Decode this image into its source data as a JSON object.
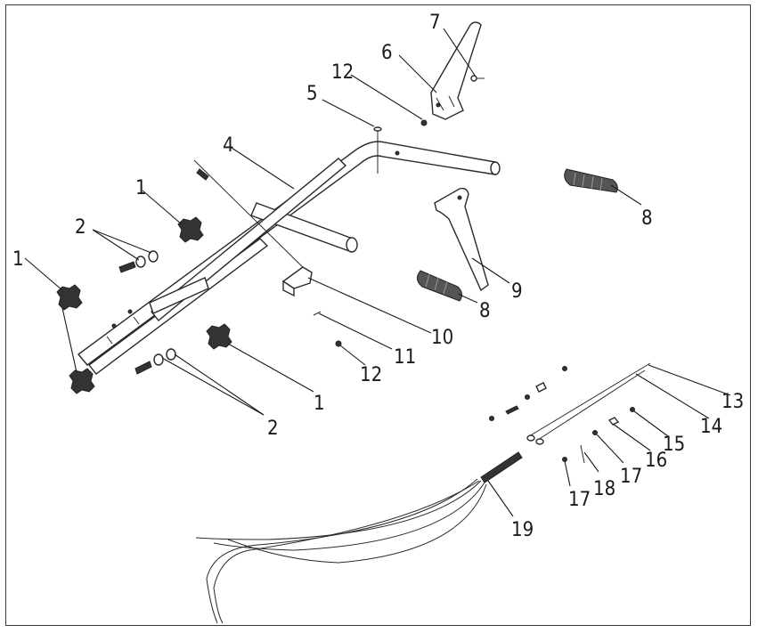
{
  "callouts": [
    {
      "id": "c1a",
      "text": "1"
    },
    {
      "id": "c1b",
      "text": "1"
    },
    {
      "id": "c1c",
      "text": "1"
    },
    {
      "id": "c2a",
      "text": "2"
    },
    {
      "id": "c2b",
      "text": "2"
    },
    {
      "id": "c4",
      "text": "4"
    },
    {
      "id": "c5",
      "text": "5"
    },
    {
      "id": "c6",
      "text": "6"
    },
    {
      "id": "c7",
      "text": "7"
    },
    {
      "id": "c8a",
      "text": "8"
    },
    {
      "id": "c8b",
      "text": "8"
    },
    {
      "id": "c9",
      "text": "9"
    },
    {
      "id": "c10",
      "text": "10"
    },
    {
      "id": "c11",
      "text": "11"
    },
    {
      "id": "c12a",
      "text": "12"
    },
    {
      "id": "c12b",
      "text": "12"
    },
    {
      "id": "c13",
      "text": "13"
    },
    {
      "id": "c14",
      "text": "14"
    },
    {
      "id": "c15",
      "text": "15"
    },
    {
      "id": "c16",
      "text": "16"
    },
    {
      "id": "c17a",
      "text": "17"
    },
    {
      "id": "c17b",
      "text": "17"
    },
    {
      "id": "c18",
      "text": "18"
    },
    {
      "id": "c19",
      "text": "19"
    }
  ],
  "colors": {
    "line": "#1a1a1a",
    "background": "#ffffff"
  }
}
